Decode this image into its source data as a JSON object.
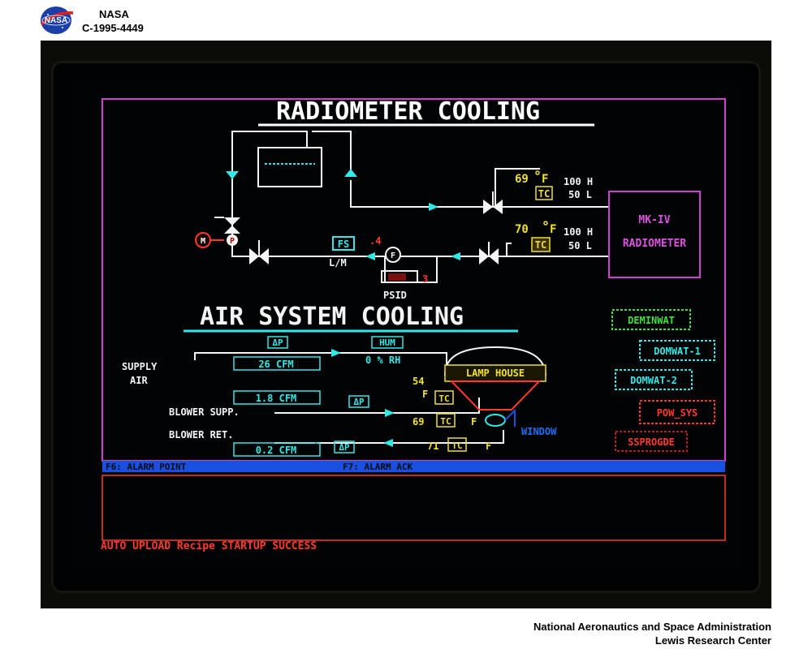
{
  "header": {
    "agency": "NASA",
    "photo_id": "C-1995-4449"
  },
  "footer": {
    "line1": "National Aeronautics and Space Administration",
    "line2": "Lewis Research Center"
  },
  "logo": {
    "text": "NASA"
  },
  "screen": {
    "title_radiometer": "RADIOMETER COOLING",
    "title_air": "AIR SYSTEM COOLING",
    "radiometer": {
      "m_label": "M",
      "p_label": "P",
      "f_label": "F",
      "fs_label": "FS",
      "fs_value": ".4",
      "fs_units": "L/M",
      "psid_value": "3",
      "psid_label": "PSID",
      "tc1_value": "69",
      "tc1_unit": "F",
      "tc2_value": "70",
      "tc2_unit": "F",
      "tc_label": "TC",
      "h1": "100 H",
      "l1": "50 L",
      "h2": "100 H",
      "l2": "50 L",
      "mkiv": "MK-IV",
      "radiometer": "RADIOMETER"
    },
    "air": {
      "dp_label": "ΔP",
      "hum_label": "HUM",
      "supply_air": "SUPPLY",
      "supply_air2": "AIR",
      "flow1": "26 CFM",
      "rh": "0 % RH",
      "flow2": "1.8 CFM",
      "flow3": "0.2 CFM",
      "blower_supp": "BLOWER SUPP.",
      "blower_ret": "BLOWER RET.",
      "lamp_house": "LAMP HOUSE",
      "window": "WINDOW",
      "t54": "54",
      "t69": "69",
      "t71": "71",
      "deg_f": "F",
      "tc_label": "TC"
    },
    "status_boxes": [
      "DEMINWAT",
      "DOMWAT-1",
      "DOMWAT-2",
      "POW_SYS",
      "SSPROGDE"
    ],
    "fkeys": {
      "f6": "F6: ALARM POINT",
      "f7": "F7: ALARM ACK"
    },
    "message": "AUTO UPLOAD Recipe STARTUP SUCCESS",
    "colors": {
      "frame": "#d040d0",
      "cyan": "#30e8e8",
      "yellow": "#f0e030",
      "red": "#ff3a2a",
      "green": "#40e040",
      "blue": "#1a50e0",
      "white": "#f4f4f4"
    }
  }
}
